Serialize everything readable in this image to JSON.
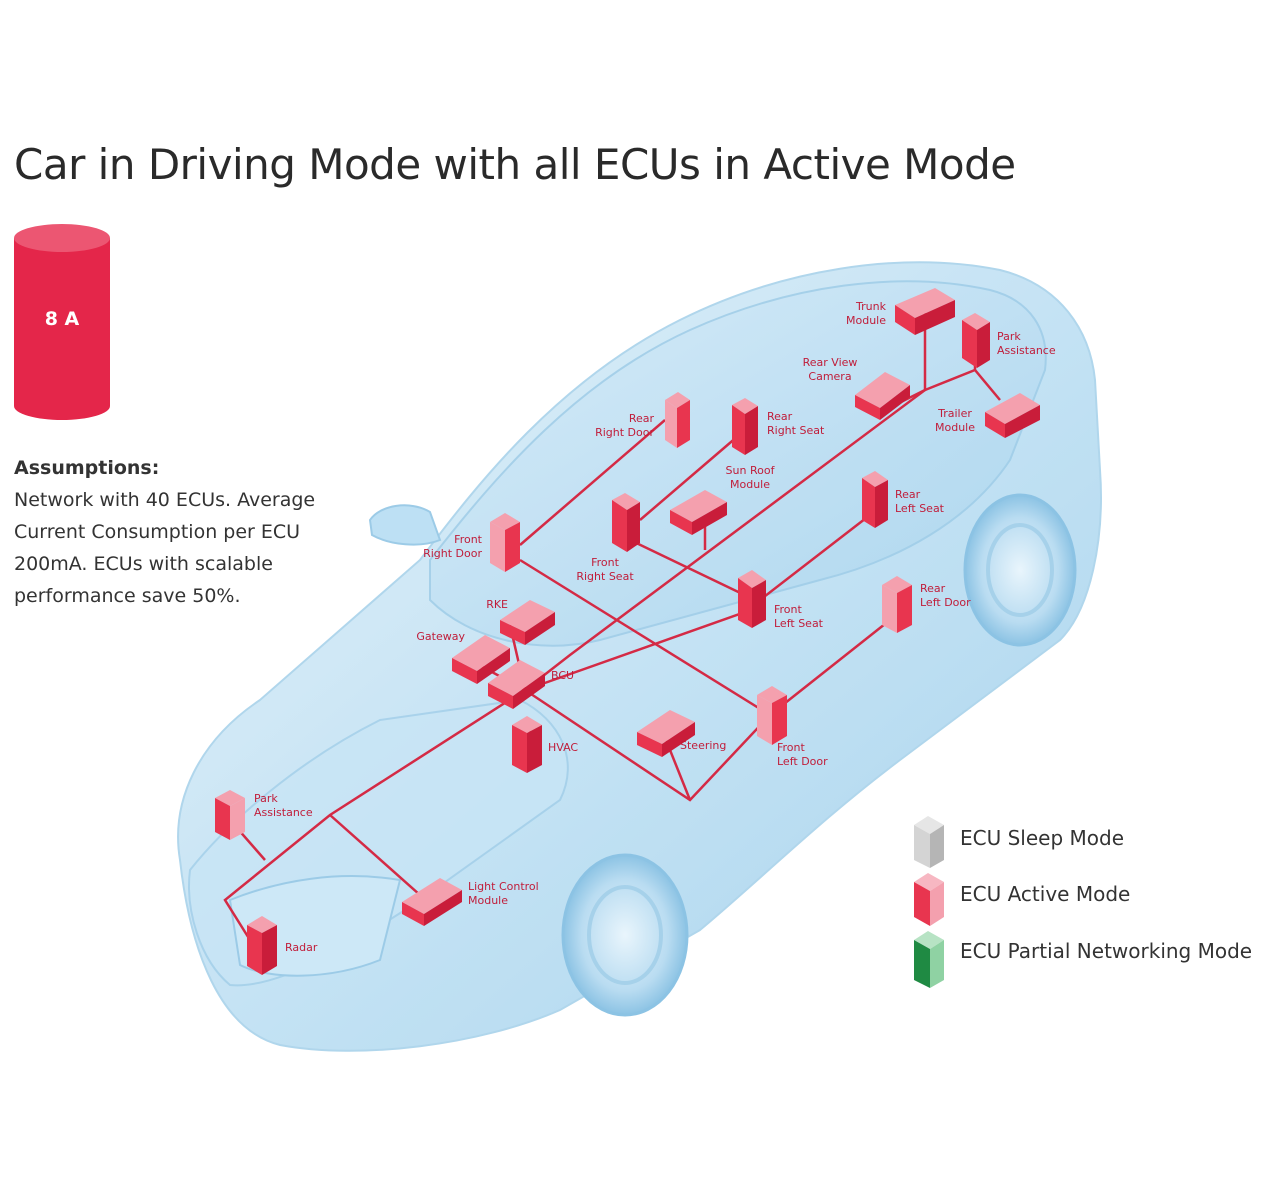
{
  "title": "Car in Driving Mode with all ECUs in Active Mode",
  "current": {
    "value": "8 A",
    "color": "#e4264a"
  },
  "assumptions": {
    "heading": "Assumptions:",
    "lines": [
      "Network with 40 ECUs. Average",
      "Current Consumption per ECU",
      "200mA. ECUs with scalable",
      "performance save 50%."
    ]
  },
  "colors": {
    "active": "#e8354f",
    "active_light": "#f4a0ae",
    "wire": "#d42a45",
    "car_body": "#bfe0f3",
    "sleep": "#c9c9c9",
    "partial": "#3aa05a"
  },
  "ecus": {
    "trunk_module": "Trunk\nModule",
    "park_assistance_rear": "Park\nAssistance",
    "rear_view_camera": "Rear View\nCamera",
    "trailer_module": "Trailer\nModule",
    "rear_right_door": "Rear\nRight Door",
    "rear_right_seat": "Rear\nRight Seat",
    "sun_roof_module": "Sun Roof\nModule",
    "rear_left_seat": "Rear\nLeft Seat",
    "front_right_door": "Front\nRight Door",
    "front_right_seat": "Front\nRight Seat",
    "front_left_seat": "Front\nLeft Seat",
    "rear_left_door": "Rear\nLeft Door",
    "rke": "RKE",
    "gateway": "Gateway",
    "bcu": "BCU",
    "hvac": "HVAC",
    "steering": "Steering",
    "front_left_door": "Front\nLeft Door",
    "park_assistance_front": "Park\nAssistance",
    "light_control_module": "Light Control\nModule",
    "radar": "Radar"
  },
  "legend": {
    "sleep": "ECU Sleep Mode",
    "active": "ECU Active Mode",
    "partial": "ECU Partial Networking Mode"
  }
}
